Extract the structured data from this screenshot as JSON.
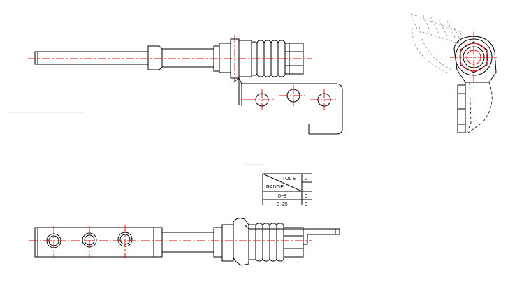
{
  "tolerance_table": {
    "header_tol": "TOL ±",
    "header_range": "RANGE",
    "header_col2": "0",
    "rows": [
      {
        "range": "0~8",
        "tol": "0"
      },
      {
        "range": "8~25",
        "tol": "0"
      }
    ]
  },
  "colors": {
    "outline": "#000000",
    "centerline": "#e00000",
    "hidden": "#888888",
    "background": "#ffffff"
  }
}
